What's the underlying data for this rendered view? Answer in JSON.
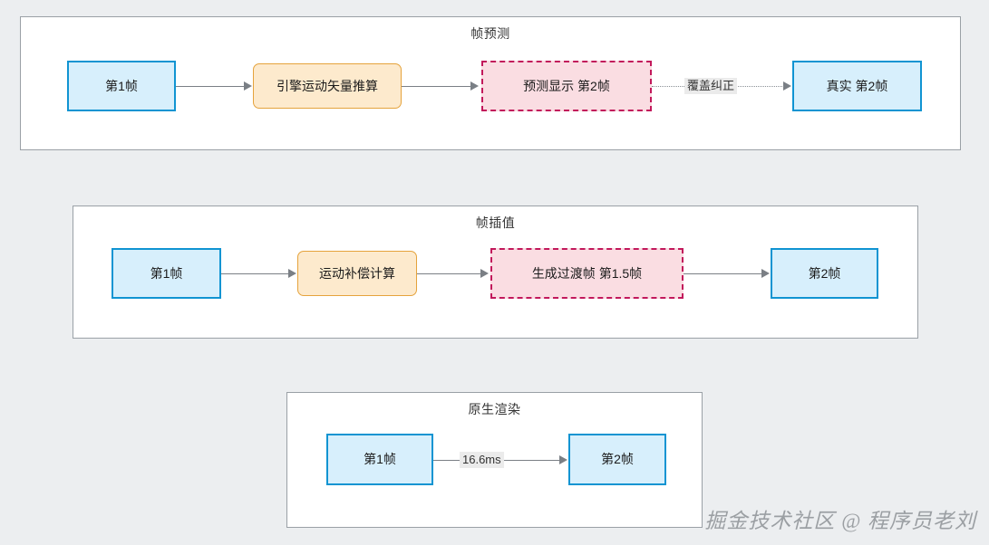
{
  "page": {
    "background_color": "#eceef0",
    "watermark": "掘金技术社区 @ 程序员老刘"
  },
  "palette": {
    "frame_fill": "#d7effc",
    "frame_border": "#1094d2",
    "process_fill": "#fdeacd",
    "process_border": "#e5a33c",
    "predicted_fill": "#fadde2",
    "predicted_border": "#c2185b",
    "edge": "#7a7f85",
    "group_border": "#9aa0a6",
    "group_fill": "#ffffff"
  },
  "groups": [
    {
      "id": "frame-prediction",
      "title": "帧预测",
      "nodes": [
        {
          "id": "fp-frame1",
          "label": "第1帧",
          "style": "frame"
        },
        {
          "id": "fp-motion-vector",
          "label": "引擎运动矢量推算",
          "style": "process"
        },
        {
          "id": "fp-predicted-frame2",
          "label": "预测显示 第2帧",
          "style": "predicted"
        },
        {
          "id": "fp-real-frame2",
          "label": "真实 第2帧",
          "style": "frame"
        }
      ],
      "edges": [
        {
          "from": "fp-frame1",
          "to": "fp-motion-vector",
          "label": "",
          "style": "solid"
        },
        {
          "from": "fp-motion-vector",
          "to": "fp-predicted-frame2",
          "label": "",
          "style": "solid"
        },
        {
          "from": "fp-predicted-frame2",
          "to": "fp-real-frame2",
          "label": "覆盖纠正",
          "style": "dotted"
        }
      ]
    },
    {
      "id": "frame-interpolation",
      "title": "帧插值",
      "nodes": [
        {
          "id": "fi-frame1",
          "label": "第1帧",
          "style": "frame"
        },
        {
          "id": "fi-motion-compensation",
          "label": "运动补偿计算",
          "style": "process"
        },
        {
          "id": "fi-interpolated",
          "label": "生成过渡帧 第1.5帧",
          "style": "predicted"
        },
        {
          "id": "fi-frame2",
          "label": "第2帧",
          "style": "frame"
        }
      ],
      "edges": [
        {
          "from": "fi-frame1",
          "to": "fi-motion-compensation",
          "label": "",
          "style": "solid"
        },
        {
          "from": "fi-motion-compensation",
          "to": "fi-interpolated",
          "label": "",
          "style": "solid"
        },
        {
          "from": "fi-interpolated",
          "to": "fi-frame2",
          "label": "",
          "style": "solid"
        }
      ]
    },
    {
      "id": "native-render",
      "title": "原生渲染",
      "nodes": [
        {
          "id": "nr-frame1",
          "label": "第1帧",
          "style": "frame"
        },
        {
          "id": "nr-frame2",
          "label": "第2帧",
          "style": "frame"
        }
      ],
      "edges": [
        {
          "from": "nr-frame1",
          "to": "nr-frame2",
          "label": "16.6ms",
          "style": "solid"
        }
      ]
    }
  ]
}
